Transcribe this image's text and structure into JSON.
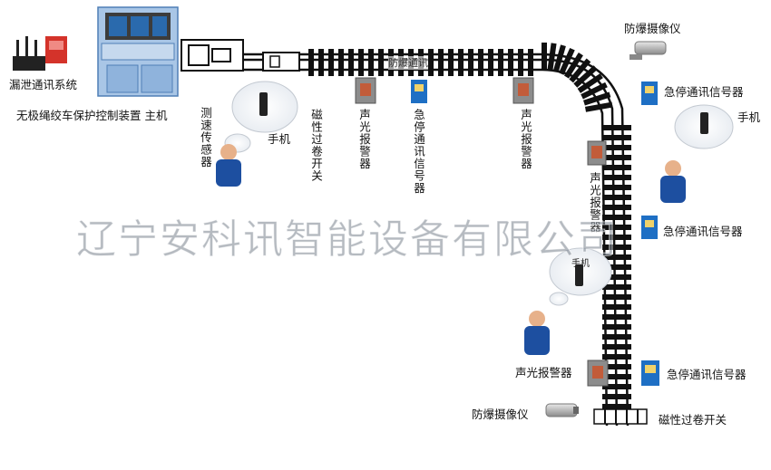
{
  "labels": {
    "leak_comm": "漏泄通讯系统",
    "controller": "无极绳绞车保护控制装置 主机",
    "speed_sensor": "测速传感器",
    "magnetic_switch_top": "磁性过卷开关",
    "alarm_1": "声光报警器",
    "estop_1": "急停通讯信号器",
    "alarm_2": "声光报警器",
    "camera_top": "防爆摄像仪",
    "estop_right_1": "急停通讯信号器",
    "handset_right": "手机",
    "estop_right_2": "急停通讯信号器",
    "alarm_vertical": "声光报警器",
    "alarm_bottom": "声光报警器",
    "estop_bottom": "急停通讯信号器",
    "camera_bottom": "防爆摄像仪",
    "magnetic_switch_bottom": "磁性过卷开关",
    "handset_left": "手机",
    "handset_mid": "手机",
    "track_text": "防爆通讯"
  },
  "watermark": "辽宁安科讯智能设备有限公司",
  "colors": {
    "track": "#111111",
    "device_blue": "#1e6fc4",
    "device_gray": "#8c8c8c",
    "cabinet": "#6e9fd6",
    "worker": "#1d4fa0",
    "red": "#d4332a"
  }
}
